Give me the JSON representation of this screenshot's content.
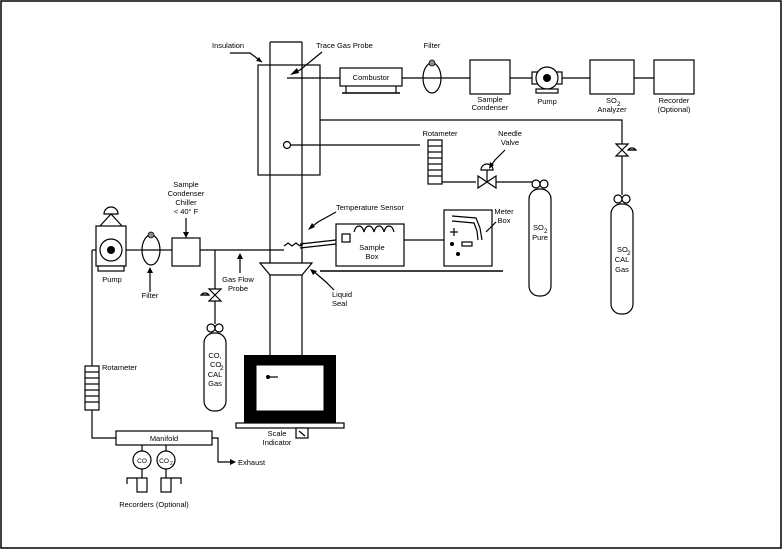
{
  "labels": {
    "insulation": "Insulation",
    "trace_gas_probe": "Trace Gas Probe",
    "filter_top": "Filter",
    "combustor": "Combustor",
    "sample_condenser_top_1": "Sample",
    "sample_condenser_top_2": "Condenser",
    "pump_top": "Pump",
    "so2_analyzer_1": "SO",
    "so2_analyzer_sub": "2",
    "so2_analyzer_2": "Analyzer",
    "recorder_1": "Recorder",
    "recorder_2": "(Optional)",
    "rotameter_top": "Rotameter",
    "needle_valve_1": "Needle",
    "needle_valve_2": "Valve",
    "so2_pure_1": "SO",
    "so2_pure_sub": "2",
    "so2_pure_2": "Pure",
    "so2_cal_1": "SO",
    "so2_cal_sub": "2",
    "so2_cal_2": "CAL",
    "so2_cal_3": "Gas",
    "chiller_1": "Sample",
    "chiller_2": "Condenser",
    "chiller_3": "Chiller",
    "chiller_4": "< 40° F",
    "temperature_sensor": "Temperature Sensor",
    "sample_box_1": "Sample",
    "sample_box_2": "Box",
    "meter_box_1": "Meter",
    "meter_box_2": "Box",
    "pump_left": "Pump",
    "filter_left": "Filter",
    "gas_flow_probe_1": "Gas Flow",
    "gas_flow_probe_2": "Probe",
    "liquid_seal_1": "Liquid",
    "liquid_seal_2": "Seal",
    "co_cal_1": "CO,",
    "co_cal_2": "CO",
    "co_cal_sub": "2",
    "co_cal_3": "CAL",
    "co_cal_4": "Gas",
    "rotameter_left": "Rotameter",
    "scale_indicator_1": "Scale",
    "scale_indicator_2": "Indicator",
    "manifold": "Manifold",
    "exhaust": "Exhaust",
    "gauge_co": "CO",
    "gauge_co2": "CO",
    "gauge_co2_sub": "2",
    "recorders_optional": "Recorders (Optional)"
  }
}
